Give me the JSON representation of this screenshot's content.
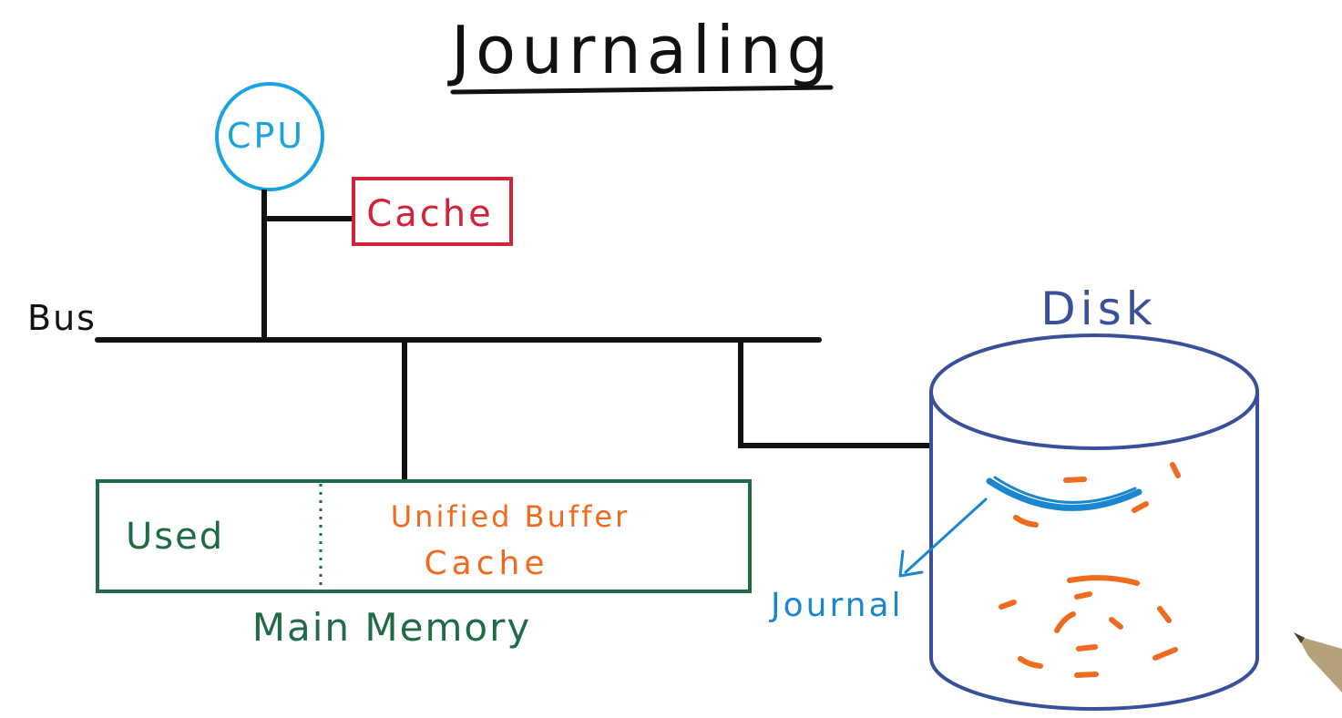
{
  "title": "Journaling",
  "labels": {
    "cpu": "CPU",
    "cache": "Cache",
    "bus": "Bus",
    "disk": "Disk",
    "journal": "Journal",
    "used": "Used",
    "buffer_line1": "Unified Buffer",
    "buffer_line2": "Cache",
    "main_memory": "Main Memory"
  },
  "colors": {
    "ink": "#111111",
    "cpu": "#1aa3e0",
    "cache": "#d3223a",
    "disk": "#3a4f9a",
    "memory": "#1f6b45",
    "buffer": "#f06a1f",
    "journal": "#1a86d0"
  }
}
